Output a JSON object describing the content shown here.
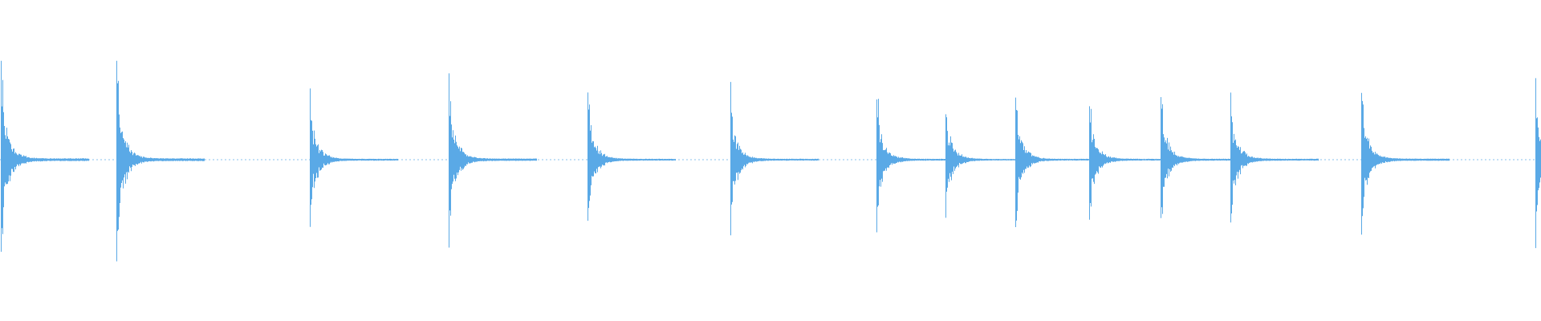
{
  "waveform": {
    "color": "#5aa9e6",
    "baseline_color": "#5aa9e6",
    "transients": [
      {
        "position": 0.0006,
        "amplitude": 0.72
      },
      {
        "position": 0.0755,
        "amplitude": 0.73
      },
      {
        "position": 0.201,
        "amplitude": 0.49
      },
      {
        "position": 0.2913,
        "amplitude": 0.62
      },
      {
        "position": 0.3814,
        "amplitude": 0.49
      },
      {
        "position": 0.474,
        "amplitude": 0.49
      },
      {
        "position": 0.5688,
        "amplitude": 0.47
      },
      {
        "position": 0.6138,
        "amplitude": 0.4
      },
      {
        "position": 0.6587,
        "amplitude": 0.46
      },
      {
        "position": 0.7068,
        "amplitude": 0.46
      },
      {
        "position": 0.7531,
        "amplitude": 0.5
      },
      {
        "position": 0.7984,
        "amplitude": 0.5
      },
      {
        "position": 0.8834,
        "amplitude": 0.58
      },
      {
        "position": 0.9963,
        "amplitude": 0.6
      }
    ]
  }
}
